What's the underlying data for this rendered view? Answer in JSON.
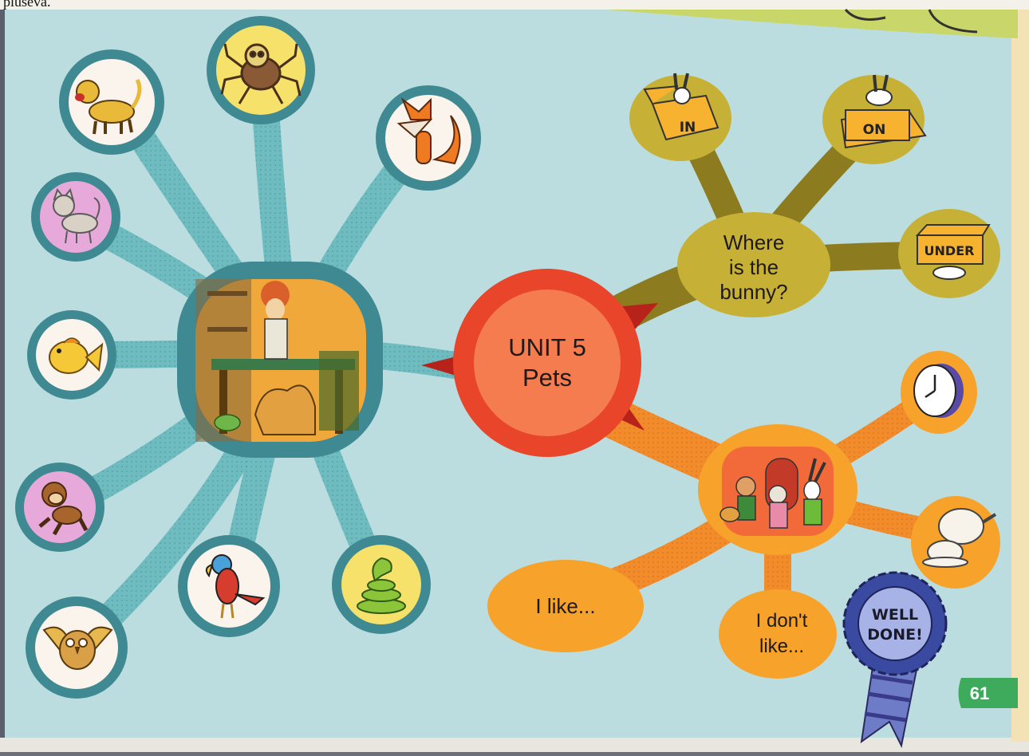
{
  "top_cut_text": "pluseva.",
  "hub": {
    "line1": "UNIT 5",
    "line2": "Pets"
  },
  "bunny_question": {
    "line1": "Where",
    "line2": "is the",
    "line3": "bunny?"
  },
  "box_labels": {
    "in": "IN",
    "on": "ON",
    "under": "UNDER"
  },
  "like_bubble": {
    "text": "I like..."
  },
  "dislike_bubble": {
    "line1": "I don't",
    "line2": "like..."
  },
  "rosette": {
    "line1": "WELL",
    "line2": "DONE!"
  },
  "page_number": "61",
  "colors": {
    "page_background": "#b9dcdf",
    "teal_branch": "#6cb9bd",
    "teal_ring": "#3f8a92",
    "hub_red": "#e8452a",
    "hub_orange": "#f37a4b",
    "olive_branch": "#8a7a1e",
    "olive_bubble": "#c6b136",
    "orange_branch": "#f08a2a",
    "orange_bubble": "#f6a22b",
    "page_number_green": "#3daa5c"
  }
}
